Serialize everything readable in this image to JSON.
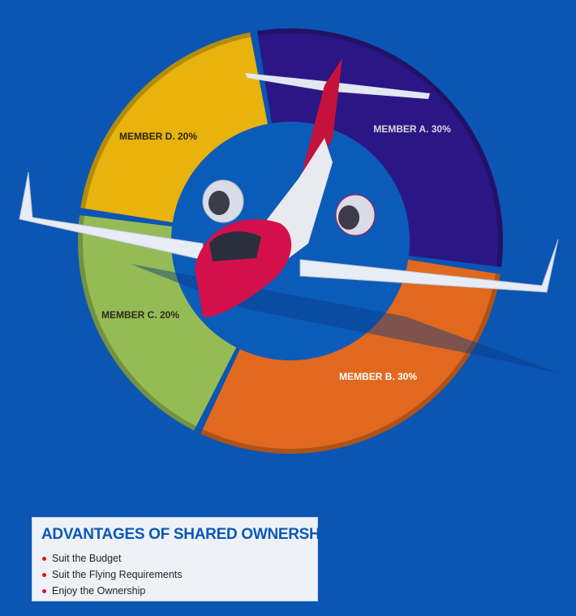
{
  "chart_data": {
    "type": "pie",
    "subtype": "donut",
    "categories": [
      "MEMBER A",
      "MEMBER B",
      "MEMBER C",
      "MEMBER D"
    ],
    "values": [
      30,
      30,
      20,
      20
    ],
    "labels": [
      "MEMBER A. 30%",
      "MEMBER B. 30%",
      "MEMBER C. 20%",
      "MEMBER D. 20%"
    ],
    "colors": [
      "#2a1785",
      "#e0691f",
      "#95bb55",
      "#e8b30c"
    ],
    "label_colors": [
      "#d8d8e0",
      "#ffffff",
      "#2a2a1a",
      "#2a2410"
    ],
    "start_angle_deg": -10
  },
  "panel": {
    "title": "ADVANTAGES OF SHARED OWNERSHIP",
    "items": [
      "Suit the Budget",
      "Suit the Flying Requirements",
      "Enjoy the Ownership"
    ]
  },
  "colors": {
    "background": "#0b55b3",
    "accent": "#e3101d"
  }
}
